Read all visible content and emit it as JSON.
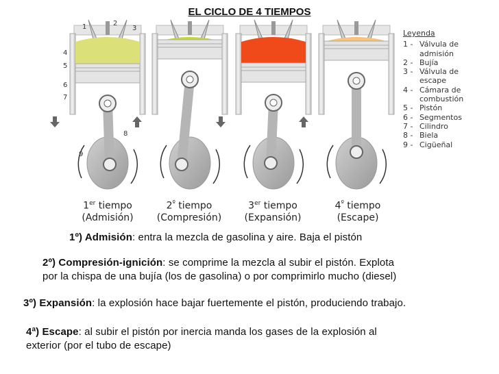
{
  "title": "EL CICLO DE 4 TIEMPOS",
  "colors": {
    "admision": "#dbe079",
    "compresion": "#c7d33a",
    "expansion": "#f04a1b",
    "escape": "#f7c27a"
  },
  "callouts": [
    "1",
    "2",
    "3",
    "4",
    "5",
    "6",
    "7",
    "8",
    "9"
  ],
  "strokes": [
    {
      "num": "1",
      "word": "er",
      "rest": "tiempo",
      "name": "(Admisión)"
    },
    {
      "num": "2",
      "word": "º",
      "rest": "tiempo",
      "name": "(Compresión)"
    },
    {
      "num": "3",
      "word": "er",
      "rest": "tiempo",
      "name": "(Expansión)"
    },
    {
      "num": "4",
      "word": "º",
      "rest": "tiempo",
      "name": "(Escape)"
    }
  ],
  "legend": {
    "title": "Leyenda",
    "items": [
      {
        "n": "1 -",
        "t": "Válvula de admisión"
      },
      {
        "n": "2 -",
        "t": "Bujía"
      },
      {
        "n": "3 -",
        "t": "Válvula de escape"
      },
      {
        "n": "4 -",
        "t": "Cámara de combustión"
      },
      {
        "n": "5 -",
        "t": "Pistón"
      },
      {
        "n": "6 -",
        "t": "Segmentos"
      },
      {
        "n": "7 -",
        "t": "Cilindro"
      },
      {
        "n": "8 -",
        "t": "Biela"
      },
      {
        "n": "9 -",
        "t": "Cigüeñal"
      }
    ]
  },
  "paragraphs": [
    {
      "label": "1º) Admisión",
      "text": ": entra la mezcla de gasolina y aire. Baja el pistón"
    },
    {
      "label": "2º) Compresión-ignición",
      "text": ": se comprime la mezcla al subir el pistón. Explota",
      "line2": "por la chispa de una bujía (los de gasolina) o por comprimirlo mucho (diesel)"
    },
    {
      "label": "3º) Expansión",
      "text": ": la explosión hace bajar fuertemente el pistón, produciendo trabajo."
    },
    {
      "label": "4ª) Escape",
      "text": ": al subir el pistón por inercia manda los gases de la explosión al",
      "line2": "exterior (por el tubo de escape)"
    }
  ]
}
